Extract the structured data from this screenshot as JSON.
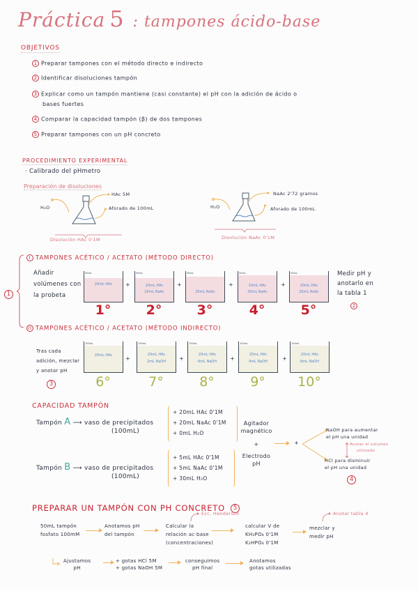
{
  "header": {
    "title_word": "Práctica",
    "title_number": "5",
    "title_rest": ": tampones ácido-base"
  },
  "objetivos": {
    "heading": "Objetivos",
    "items": [
      {
        "num": "1",
        "text": "Preparar tampones con el método directo e indirecto"
      },
      {
        "num": "2",
        "text": "Identificar disoluciones tampón"
      },
      {
        "num": "3",
        "text": "Explicar como un tampón mantiene (casi constante) el pH con la adición de ácido o",
        "text2": "bases fuertes"
      },
      {
        "num": "4",
        "text": "Comparar la capacidad tampón (β) de dos tampones"
      },
      {
        "num": "5",
        "text": "Preparar tampones con un pH concreto"
      }
    ]
  },
  "procedimiento": {
    "heading": "Procedimiento experimental",
    "step1": "· Calibrado del pHmetro",
    "prep_heading": "Preparación de disoluciones",
    "flask_left": {
      "water": "H₂O",
      "solute": "HAc 5M",
      "vessel": "Aforado de 100mL",
      "result": "Disolución HAc 0'1M"
    },
    "flask_right": {
      "water": "H₂O",
      "solute": "NaAc 2'72 gramos",
      "vessel": "Aforado de 100mL",
      "result": "Disolución NaAc 0'1M"
    }
  },
  "section_group_label": "1",
  "directo": {
    "numeral": "I",
    "heading": "Tampones acético / acetato (método directo)",
    "note": [
      "Añadir",
      "volúmenes con",
      "la probeta"
    ],
    "side_note": [
      "Medir pH y",
      "anotarlo en",
      "la tabla 1"
    ],
    "side_num": "2",
    "beakers": [
      {
        "ordinal": "1°",
        "mark": "50mL",
        "lines": [
          "20mL HAc"
        ]
      },
      {
        "ordinal": "2°",
        "mark": "50mL",
        "lines": [
          "20mL HAc",
          "10mL NaAc"
        ]
      },
      {
        "ordinal": "3°",
        "mark": "50mL",
        "lines": [
          "20mL NaAc"
        ]
      },
      {
        "ordinal": "4°",
        "mark": "50mL",
        "lines": [
          "10mL HAc",
          "20mL NaAc"
        ]
      },
      {
        "ordinal": "5°",
        "mark": "50mL",
        "lines": [
          "20mL HAc",
          "20mL NaAc"
        ]
      }
    ],
    "plus": "+"
  },
  "indirecto": {
    "numeral": "II",
    "heading": "Tampones acético / acetato (método indirecto)",
    "note": [
      "Tras cada",
      "adición, mezclar",
      "y anotar pH"
    ],
    "note_num": "3",
    "beakers": [
      {
        "ordinal": "6°",
        "mark": "100mL",
        "lines": [
          "20mL HAc"
        ]
      },
      {
        "ordinal": "7°",
        "mark": "100mL",
        "lines": [
          "20mL HAc",
          "2mL NaOH"
        ]
      },
      {
        "ordinal": "8°",
        "mark": "100mL",
        "lines": [
          "20mL HAc",
          "6mL NaOH"
        ]
      },
      {
        "ordinal": "9°",
        "mark": "100mL",
        "lines": [
          "20mL HAc",
          "4mL NaOH"
        ]
      },
      {
        "ordinal": "10°",
        "mark": "100mL",
        "lines": [
          "20mL HAc",
          "8mL NaOH"
        ]
      }
    ],
    "plus": "+"
  },
  "capacidad": {
    "heading": "Capacidad tampón",
    "tampon_a": {
      "label": "Tampón",
      "letter": "A",
      "vessel": "vaso de precipitados",
      "volume": "(100mL)",
      "items": [
        "+ 20mL HAc 0'1M",
        "+ 20mL NaAc 0'1M",
        "+ 0mL H₂O"
      ]
    },
    "tampon_b": {
      "label": "Tampón",
      "letter": "B",
      "vessel": "vaso de precipitados",
      "volume": "(100mL)",
      "items": [
        "+ 5mL HAc 0'1M",
        "+ 5mL NaAc 0'1M",
        "+ 30mL H₂O"
      ]
    },
    "equipment": [
      "Agitador",
      "magnético",
      "+",
      "Electrodo",
      "pH"
    ],
    "plus": "+",
    "naoh": [
      "NaOH para aumentar",
      "el pH una unidad"
    ],
    "hcl": [
      "HCl para disminuir",
      "el pH una unidad"
    ],
    "note": [
      "Anotar el volumen",
      "utilizado"
    ],
    "num": "4"
  },
  "concreto": {
    "heading": "Preparar un tampón con pH concreto",
    "num": "5",
    "steps_row1": [
      [
        "50mL tampón",
        "fosfato 100mM"
      ],
      [
        "Anotamos pH",
        "del tampón"
      ],
      [
        "Calcular la",
        "relación ac·base",
        "(concentraciones)"
      ],
      [
        "calcular V de",
        "KH₂PO₄ 0'1M",
        "K₂HPO₄ 0'1M"
      ],
      [
        "mezclar y",
        "medir pH"
      ]
    ],
    "note_henderson": "Ecc. Henderson",
    "note_tabla": "Anotar tabla 4",
    "steps_row2": [
      [
        "Ajustamos",
        "pH"
      ],
      [
        "+ gotas HCl 5M",
        "+ gotas NaOH 5M"
      ],
      [
        "conseguimos",
        "pH final"
      ],
      [
        "Anotamos",
        "gotas utilizadas"
      ]
    ]
  },
  "colors": {
    "title_pink": "#d8717c",
    "heading_red": "#c8303c",
    "ordinal_red": "#c8202e",
    "ordinal_green": "#a9b24a",
    "arrow_orange": "#f2b25c",
    "teal": "#3fa89a",
    "ink": "#2b3140",
    "liquid_blue": "#5a86c8",
    "pink_fill": "#f3dde1",
    "cream_fill": "#f1f0e2"
  }
}
